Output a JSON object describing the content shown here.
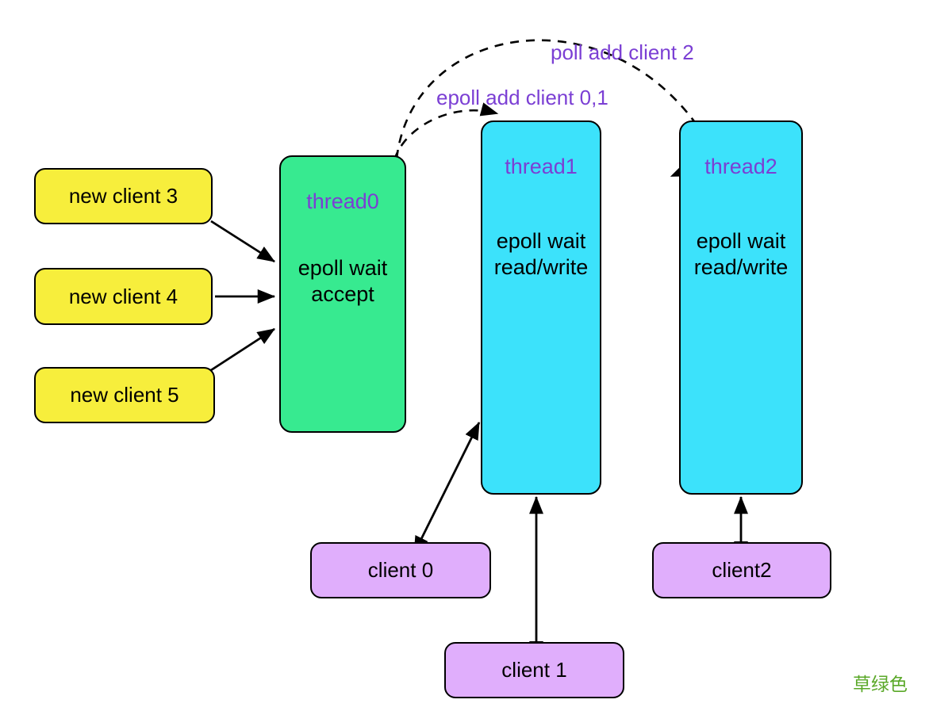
{
  "diagram": {
    "title": "multi-thread epoll reactor diagram",
    "colors": {
      "new_client_box": "#f7ee3c",
      "main_thread_box": "#37ea90",
      "worker_thread_box": "#3ce2fb",
      "client_box": "#e0aefc",
      "thread_label_text": "#7b3fd4",
      "edge_label_text": "#7b3fd4",
      "watermark_text": "#5aa828",
      "stroke": "#000000",
      "background": "#ffffff"
    },
    "new_clients": [
      {
        "label": "new client 3"
      },
      {
        "label": "new client 4"
      },
      {
        "label": "new client 5"
      }
    ],
    "threads": [
      {
        "name": "thread0",
        "body": "epoll wait\naccept"
      },
      {
        "name": "thread1",
        "body": "epoll wait\nread/write"
      },
      {
        "name": "thread2",
        "body": "epoll wait\nread/write"
      }
    ],
    "clients": [
      {
        "label": "client 0"
      },
      {
        "label": "client 1"
      },
      {
        "label": "client2"
      }
    ],
    "edge_labels": [
      {
        "text": "poll add client 2"
      },
      {
        "text": "epoll add client 0,1"
      }
    ],
    "watermark": "草绿色"
  }
}
